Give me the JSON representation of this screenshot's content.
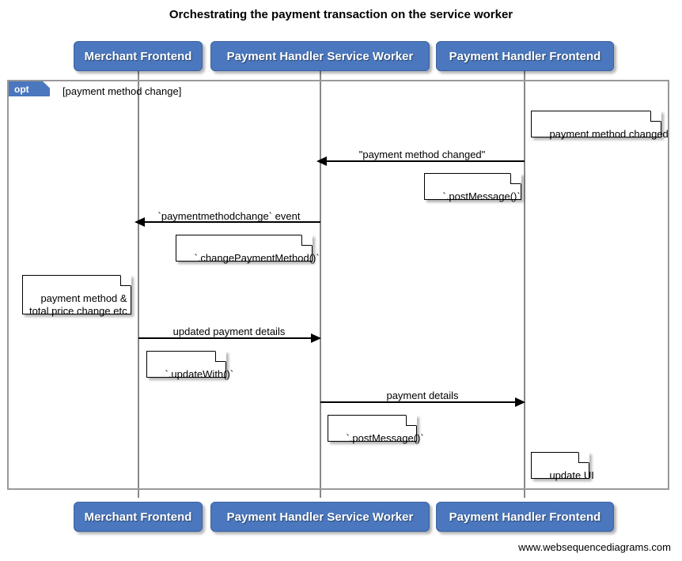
{
  "diagram": {
    "title": "Orchestrating the payment transaction on the service worker",
    "footer_url": "www.websequencediagrams.com",
    "accent_color": "#4a77bd",
    "line_color": "#888888",
    "frame": {
      "label": "opt",
      "guard": "[payment method change]"
    }
  },
  "actors": [
    {
      "id": "merchant-frontend",
      "label": "Merchant Frontend"
    },
    {
      "id": "payment-handler-service-worker",
      "label": "Payment Handler Service Worker"
    },
    {
      "id": "payment-handler-frontend",
      "label": "Payment Handler Frontend"
    }
  ],
  "messages": [
    {
      "id": "payment-method-changed",
      "label": "\"payment method changed\"",
      "from": "payment-handler-frontend",
      "to": "payment-handler-service-worker",
      "direction": "left"
    },
    {
      "id": "paymentmethodchange-event",
      "label": "`paymentmethodchange` event",
      "from": "payment-handler-service-worker",
      "to": "merchant-frontend",
      "direction": "left"
    },
    {
      "id": "updated-payment-details",
      "label": "updated payment details",
      "from": "merchant-frontend",
      "to": "payment-handler-service-worker",
      "direction": "right"
    },
    {
      "id": "payment-details",
      "label": "payment details",
      "from": "payment-handler-service-worker",
      "to": "payment-handler-frontend",
      "direction": "right"
    }
  ],
  "notes": [
    {
      "id": "note-payment-method-changed",
      "text": "payment method changed",
      "actor": "payment-handler-frontend"
    },
    {
      "id": "note-post-message-1",
      "text": "`.postMessage()`",
      "actor": "payment-handler-frontend"
    },
    {
      "id": "note-change-payment-method",
      "text": "`.changePaymentMethod()`",
      "actor": "payment-handler-service-worker"
    },
    {
      "id": "note-payment-method-total-price",
      "text": "payment method &\ntotal price change etc",
      "actor": "merchant-frontend"
    },
    {
      "id": "note-update-with",
      "text": "`.updateWith()`",
      "actor": "merchant-frontend"
    },
    {
      "id": "note-post-message-2",
      "text": "`.postMessage()`",
      "actor": "payment-handler-service-worker"
    },
    {
      "id": "note-update-ui",
      "text": "update UI",
      "actor": "payment-handler-frontend"
    }
  ]
}
